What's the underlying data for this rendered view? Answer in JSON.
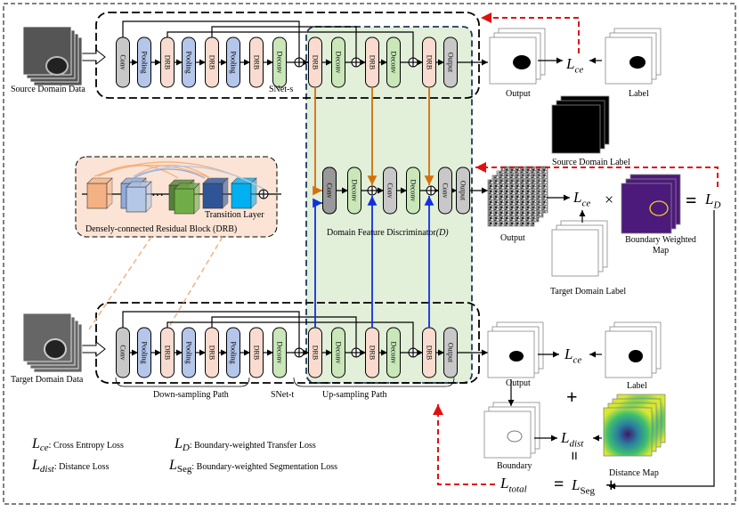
{
  "figure": {
    "snet_s_label": "SNet-s",
    "snet_t_label": "SNet-t",
    "source_data_label": "Source Domain Data",
    "target_data_label": "Target Domain Data",
    "disc_label": "Domain Feature Discriminator",
    "disc_symbol": "(D)",
    "drb_box_label": "Densely-connected Residual Block (DRB)",
    "transition_label": "Transition Layer",
    "down_path_label": "Down-sampling Path",
    "up_path_label": "Up-sampling Path",
    "output_label_1": "Output",
    "label_label_1": "Label",
    "source_domain_label": "Source Domain Label",
    "output_label_2": "Output",
    "target_domain_label": "Target Domain Label",
    "boundary_weighted_map_label": "Boundary Weighted Map",
    "output_label_3": "Output",
    "label_label_3": "Label",
    "boundary_label": "Boundary",
    "distance_map_label": "Distance Map"
  },
  "blocks": {
    "conv": "Conv",
    "pooling": "Pooling",
    "drb": "DRB",
    "deconv": "Deconv",
    "output": "Output"
  },
  "losses": {
    "lce": "L",
    "lce_sub": "ce",
    "ld_sub": "D",
    "ldist_sub": "dist",
    "lseg_sub": "Seg",
    "ltotal_sub": "total",
    "times": "×",
    "equals": "=",
    "plus": "+",
    "eq_vertical": "="
  },
  "legend": {
    "lce_desc": ": Cross Entropy Loss",
    "ldist_desc": ": Distance Loss",
    "ld_desc": ": Boundary-weighted Transfer Loss",
    "lseg_desc": ": Boundary-weighted Segmentation Loss"
  },
  "colors": {
    "conv": "#c8c8c8",
    "pooling": "#b4c6ea",
    "drb": "#f9dccf",
    "deconv": "#c9e7b9",
    "disc_bg": "#e2efd9",
    "drb_box_bg": "#fbe4d5",
    "red": "#e01010",
    "orange": "#d4700a",
    "blue": "#1030e0",
    "navy": "#1f3864"
  }
}
